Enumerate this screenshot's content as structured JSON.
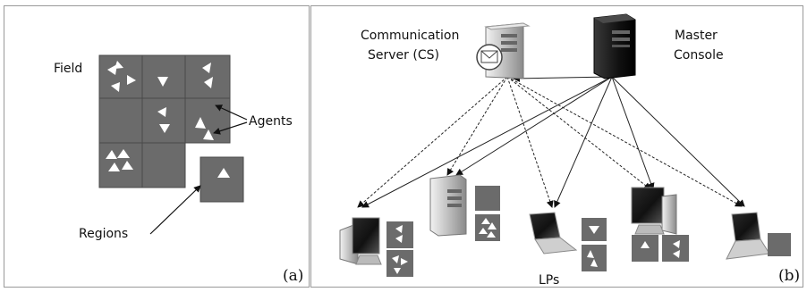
{
  "panel_a": {
    "label": "(a)",
    "field_label": "Field",
    "agents_label": "Agents",
    "regions_label": "Regions"
  },
  "panel_b": {
    "label": "(b)",
    "cs_label_line1": "Communication",
    "cs_label_line2": "Server (CS)",
    "master_label_line1": "Master",
    "master_label_line2": "Console",
    "lps_label": "LPs"
  },
  "colors": {
    "region_fill": "#6b6b6b",
    "region_border": "#4a4a4a",
    "agent": "#ffffff",
    "server_dark": "#1a1a1a",
    "server_light": "#d9d9d9"
  }
}
